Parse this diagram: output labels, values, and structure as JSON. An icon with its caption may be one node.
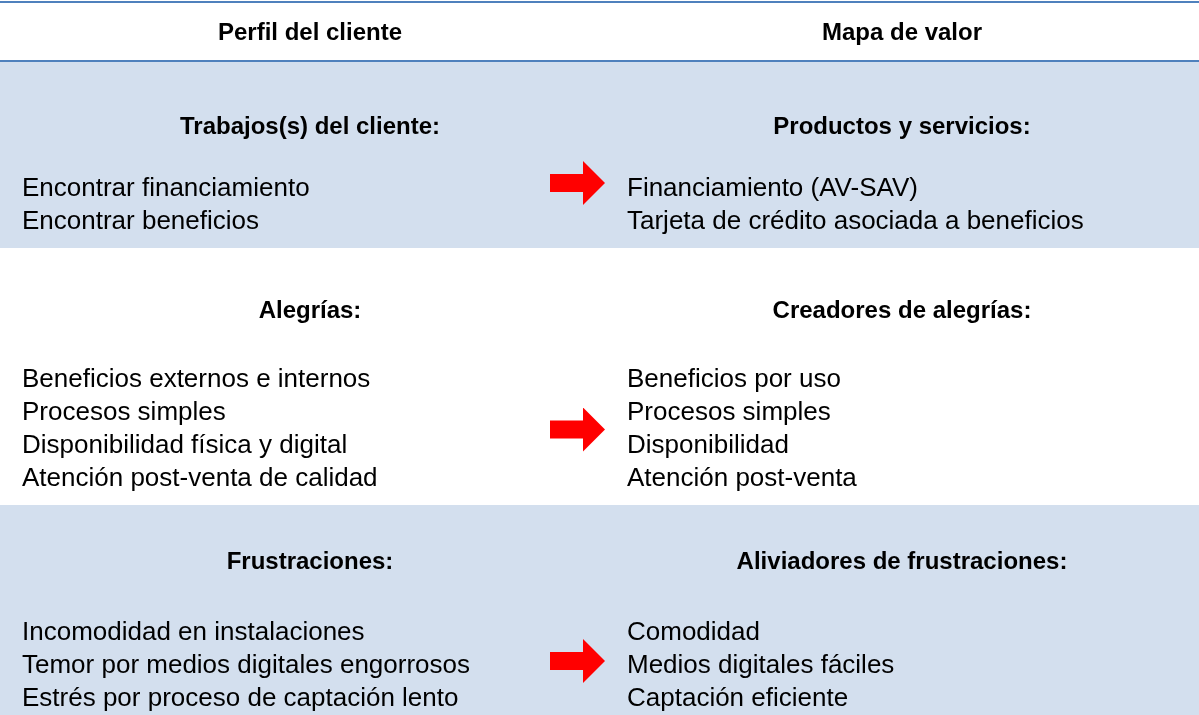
{
  "diagram": {
    "nodes": [
      {
        "text": [
          "Trabajos(s) del cliente:",
          "Encontrar financiamiento",
          "Encontrar beneficios"
        ]
      },
      {
        "text": [
          "Productos y servicios:",
          "Financiamiento (AV-SAV)",
          "Tarjeta de crédito asociada a beneficios"
        ]
      },
      {
        "text": [
          "Alegrías:",
          "Beneficios externos e internos",
          "Procesos simples",
          "Disponibilidad física y digital",
          "Atención post-venta de calidad"
        ]
      },
      {
        "text": [
          "Creadores de alegrías:",
          "Beneficios por uso",
          "Procesos simples",
          "Disponibilidad",
          "Atención post-venta"
        ]
      },
      {
        "text": [
          "Frustraciones:",
          "Incomodidad en instalaciones",
          "Temor por medios digitales engorrosos",
          "Estrés por proceso de captación lento"
        ]
      },
      {
        "text": [
          "Aliviadores de frustraciones:",
          "Comodidad",
          "Medios digitales fáciles",
          "Captación eficiente"
        ]
      }
    ],
    "edges": [
      {
        "from": 0,
        "to": 1,
        "arrow": "to"
      },
      {
        "from": 2,
        "to": 3,
        "arrow": "to"
      },
      {
        "from": 4,
        "to": 5,
        "arrow": "to"
      }
    ],
    "labels": [
      "Perfil del cliente",
      "Mapa de valor"
    ]
  }
}
